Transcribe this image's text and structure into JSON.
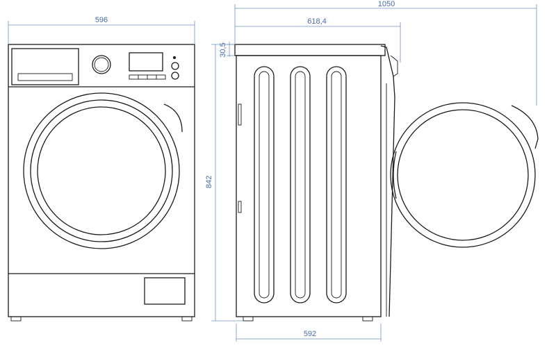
{
  "dimensions": {
    "front_width": "596",
    "total_depth_door_open": "1050",
    "side_depth": "618,4",
    "lid_height": "30,5",
    "total_height": "842",
    "side_base_depth": "592"
  },
  "colors": {
    "line": "#1a1a1a",
    "dimension": "#6f8fc4"
  }
}
